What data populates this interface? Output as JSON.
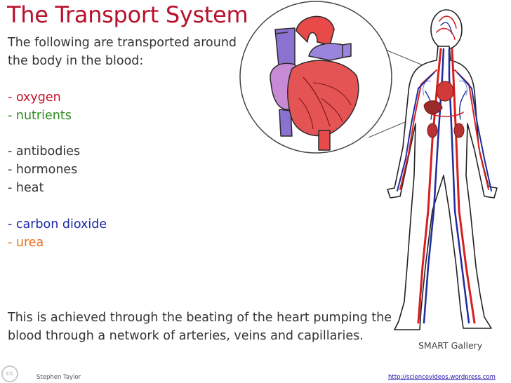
{
  "title": "The Transport System",
  "intro": "The following are transported around the body in the blood:",
  "items": [
    {
      "text": "- oxygen",
      "color": "#c8102e"
    },
    {
      "text": "- nutrients",
      "color": "#2b8a1e"
    },
    {
      "text": "- antibodies",
      "color": "#333333"
    },
    {
      "text": "- hormones",
      "color": "#333333"
    },
    {
      "text": "- heat",
      "color": "#333333"
    },
    {
      "text": "- carbon dioxide",
      "color": "#1a2aa8"
    },
    {
      "text": "- urea",
      "color": "#e8701e"
    }
  ],
  "footnote": "This is achieved through the beating of the heart pumping the blood through a network of arteries, veins and capillaries.",
  "image_credit": "SMART Gallery",
  "author": "Stephen Taylor",
  "url": "http://sciencevideos.wordpress.com",
  "cc_badge": "cc",
  "colors": {
    "title": "#b8112b",
    "artery": "#d62020",
    "vein": "#1f2d9e",
    "heart_muscle": "#e24a4a",
    "vessel_purple": "#9b7fd6"
  },
  "icons": [
    "heart-illustration",
    "circulatory-system-figure",
    "creative-commons-icon"
  ]
}
